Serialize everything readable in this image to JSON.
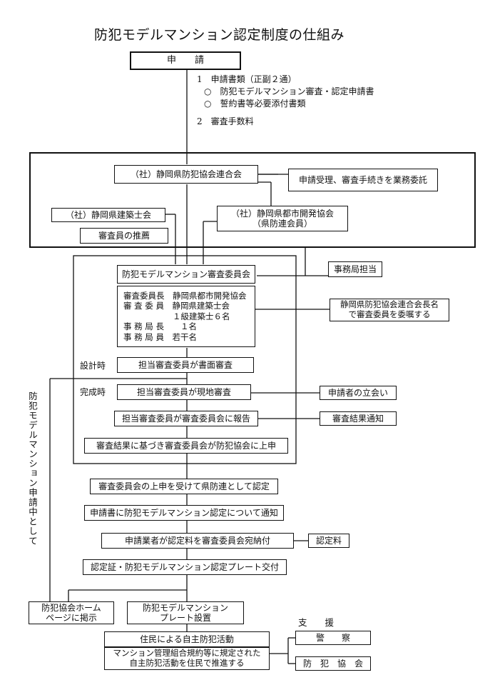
{
  "title": "防犯モデルマンション認定制度の仕組み",
  "application": {
    "label": "申　　請",
    "items": [
      "1　申請書類（正副２通）",
      "○　防犯モデルマンション審査・認定申請書",
      "○　誓約書等必要添付書類",
      "2　審査手数料"
    ]
  },
  "orgs": {
    "federation": "（社）静岡県防犯協会連合会",
    "outsourcing": "申請受理、審査手続きを業務委託",
    "architects": "（社）静岡県建築士会",
    "recommend": "審査員の推薦",
    "urban": "（社）静岡県都市開発協会\n（県防連会員）"
  },
  "committee": {
    "name": "防犯モデルマンション審査委員会",
    "members": "審査委員長　静岡県都市開発協会\n審 査 委 員　静岡県建築士会\n　　　　　　１級建築士６名\n事 務 局 長　　１名\n事 務 局 員　若干名",
    "secretariat": "事務局担当",
    "appoint": "静岡県防犯協会連合会長名\nで審査委員を委嘱する"
  },
  "process": {
    "design_label": "設計時",
    "design": "担当審査委員が書面審査",
    "complete_label": "完成時",
    "onsite": "担当審査委員が現地審査",
    "witness": "申請者の立会い",
    "report": "担当審査委員が審査委員会に報告",
    "notify": "審査結果通知",
    "submit": "審査結果に基づき審査委員会が防犯協会に上申"
  },
  "flow": {
    "certify": "審査委員会の上申を受けて県防連として認定",
    "notice": "申請書に防犯モデルマンション認定について通知",
    "fee_pay": "申請業者が認定料を審査委員会宛納付",
    "fee": "認定料",
    "plate": "認定証・防犯モデルマンション認定プレート交付",
    "homepage": "防犯協会ホーム\nページに掲示",
    "plate_install": "防犯モデルマンション\nプレート設置",
    "residents": "住民による自主防犯活動",
    "residents_desc": "マンション管理組合規約等に規定された\n自主防犯活動を住民で推進する"
  },
  "support": {
    "label": "支　　援",
    "police": "警　　察",
    "association": "防　犯　協　会"
  },
  "side_label": "防犯モデルマンション申請中として"
}
